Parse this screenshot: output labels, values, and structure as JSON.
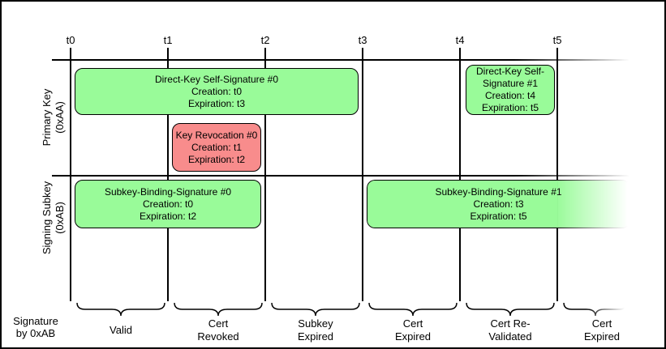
{
  "colors": {
    "green": "#99FB99",
    "red": "#F88C8C",
    "line": "#000000"
  },
  "timeline": {
    "ticks": [
      {
        "label": "t0"
      },
      {
        "label": "t1"
      },
      {
        "label": "t2"
      },
      {
        "label": "t3"
      },
      {
        "label": "t4"
      },
      {
        "label": "t5"
      }
    ]
  },
  "rows": [
    {
      "label": "Primary Key\n(0xAA)"
    },
    {
      "label": "Signing Subkey\n(0xAB)"
    }
  ],
  "boxes": [
    {
      "id": "direct-key-self-signature-0",
      "text": "Direct-Key Self-Signature #0\nCreation: t0\nExpiration: t3",
      "color": "green"
    },
    {
      "id": "direct-key-self-signature-1",
      "text": "Direct-Key Self-\nSignature #1\nCreation: t4\nExpiration: t5",
      "color": "green"
    },
    {
      "id": "key-revocation-0",
      "text": "Key Revocation #0\nCreation: t1\nExpiration: t2",
      "color": "red"
    },
    {
      "id": "subkey-binding-signature-0",
      "text": "Subkey-Binding-Signature #0\nCreation: t0\nExpiration: t2",
      "color": "green"
    },
    {
      "id": "subkey-binding-signature-1",
      "text": "Subkey-Binding-Signature #1\nCreation: t3\nExpiration: t5",
      "color": "green"
    }
  ],
  "bottom": {
    "corner_label": "Signature\nby 0xAB",
    "segments": [
      {
        "label": "Valid"
      },
      {
        "label": "Cert\nRevoked"
      },
      {
        "label": "Subkey\nExpired"
      },
      {
        "label": "Cert\nExpired"
      },
      {
        "label": "Cert Re-\nValidated"
      },
      {
        "label": "Cert\nExpired"
      }
    ]
  }
}
